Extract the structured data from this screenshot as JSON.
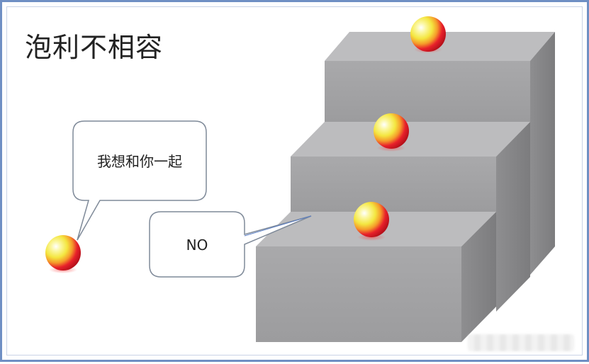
{
  "slide": {
    "title": "泡利不相容",
    "speech_bubble_ask": "我想和你一起",
    "speech_bubble_reply": "NO"
  },
  "diagram": {
    "type": "stair-energy-levels",
    "levels": 3,
    "balls_on_levels": [
      1,
      1,
      1
    ],
    "loose_balls": 1
  },
  "colors": {
    "frame_border": "#6f8fc4",
    "stair_front": "#a4a4a6",
    "stair_top": "#bcbcbe",
    "stair_side": "#8a8a8c",
    "ball_red": "#e8202a",
    "ball_yellow": "#f4e640",
    "bubble_border": "#7f8a99",
    "reply_pointer": "#5b7fc6"
  }
}
